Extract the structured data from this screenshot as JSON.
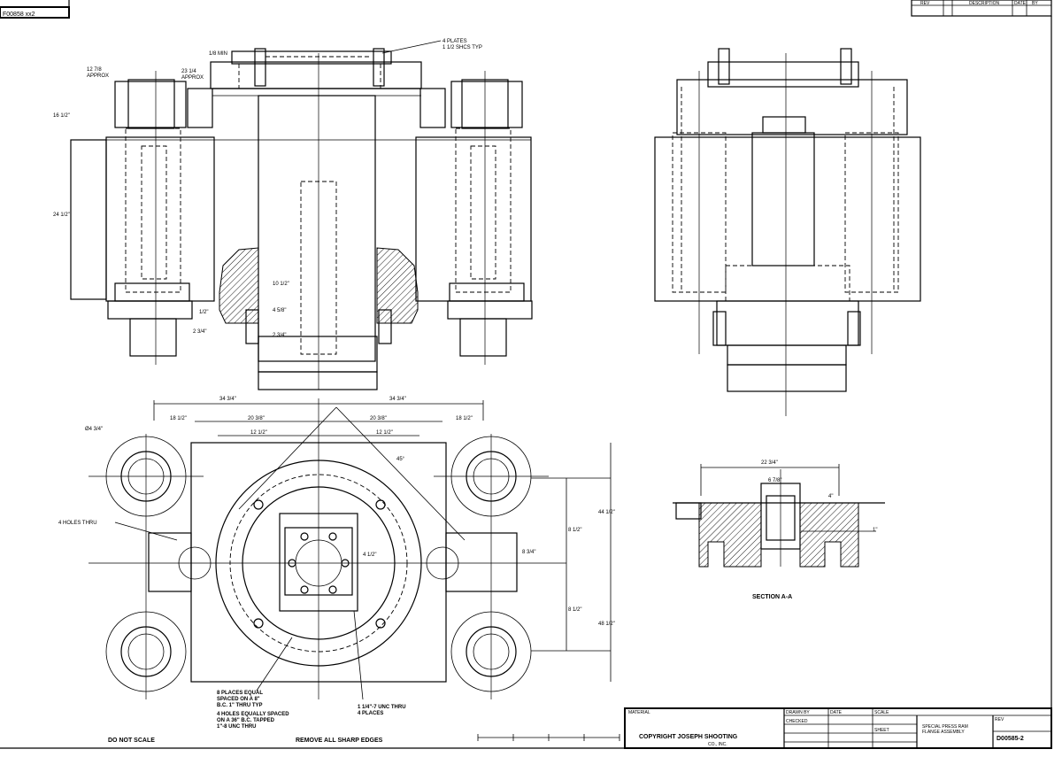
{
  "drawing_number_top_left": "F00858 xx2",
  "dimensions": {
    "top_left_1": "12 7/8\nAPPROX",
    "top_left_2": "23 1/4\nAPPROX",
    "top_left_3": "1/8 MIN",
    "side_1": "16 1/2\"",
    "side_2": "24 1/2\"",
    "mid_1": "10 1/2\"",
    "mid_2": "4 5/8\"",
    "mid_3": "2 3/4\"",
    "mid_4": "2 3/4\"",
    "mid_5": "1/2\"",
    "plan_overall_1": "34 3/4\"",
    "plan_overall_2": "34 3/4\"",
    "plan_a": "18 1/2\"",
    "plan_b": "18 1/2\"",
    "plan_c": "20 3/8\"",
    "plan_d": "20 3/8\"",
    "plan_e": "12 1/2\"",
    "plan_f": "12 1/2\"",
    "plan_g": "44 1/2\"",
    "plan_h": "48 1/2\"",
    "plan_i": "8 1/2\"",
    "plan_j": "8 1/2\"",
    "plan_k": "8 3/4\"",
    "plan_l": "4 1/2\"",
    "plan_m": "45°",
    "detail_1": "22 3/4\"",
    "detail_2": "6 7/8\"",
    "detail_3": "4\"",
    "detail_4": "1\""
  },
  "annotations": {
    "top_leader": "4 PLATES\n1 1/2 SHCS TYP",
    "plan_tag": "Ø4 3/4\"",
    "plan_leader": "4 HOLES THRU",
    "bolt_note_1": "8 PLACES EQUAL\nSPACED ON A 8\"\nB.C. 1\" THRU TYP",
    "bolt_note_2": "4 HOLES EQUALLY SPACED\nON A 36\" B.C. TAPPED\n1\"-8 UNC THRU",
    "bolt_note_3": "1 1/4\"-7 UNC THRU\n4 PLACES",
    "section_label": "SECTION A-A",
    "scale_note": "DO NOT SCALE",
    "edge_note": "REMOVE ALL SHARP EDGES"
  },
  "title_block": {
    "copyright": "COPYRIGHT JOSEPH SHOOTING",
    "company_line": "CO., INC.",
    "drawing_title": "SPECIAL PRESS RAM\nFLANGE ASSEMBLY",
    "drawing_number": "D00585-2",
    "material_label": "MATERIAL",
    "drawn_label": "DRAWN BY",
    "checked_label": "CHECKED",
    "date_label": "DATE",
    "scale_label": "SCALE",
    "sheet_label": "SHEET",
    "rev_label": "REV",
    "cols": [
      "REV",
      "DESCRIPTION",
      "DATE",
      "BY"
    ]
  }
}
